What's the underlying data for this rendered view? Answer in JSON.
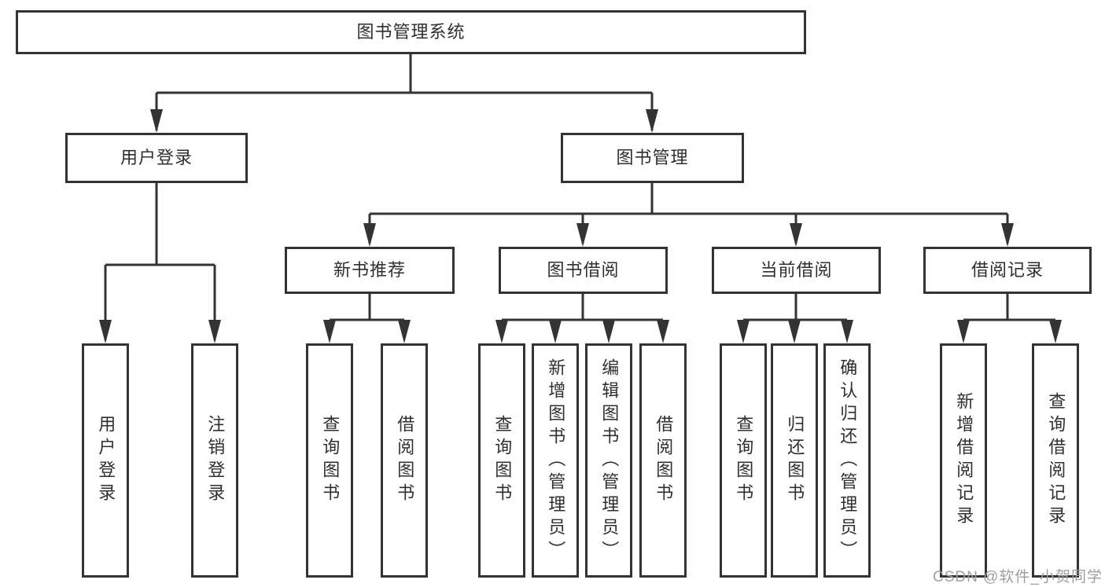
{
  "diagram": {
    "watermark": "CSDN @软件_小贺同学",
    "colors": {
      "line": "#333333",
      "text": "#2f2f2f",
      "box_background": "#ffffff",
      "watermark": "#9f9f9f"
    },
    "tree": {
      "label": "图书管理系统",
      "children": [
        {
          "label": "用户登录",
          "children": [
            {
              "label": "用户登录"
            },
            {
              "label": "注销登录"
            }
          ]
        },
        {
          "label": "图书管理",
          "children": [
            {
              "label": "新书推荐",
              "children": [
                {
                  "label": "查询图书"
                },
                {
                  "label": "借阅图书"
                }
              ]
            },
            {
              "label": "图书借阅",
              "children": [
                {
                  "label": "查询图书"
                },
                {
                  "label": "新增图书（管理员）"
                },
                {
                  "label": "编辑图书（管理员）"
                },
                {
                  "label": "借阅图书"
                }
              ]
            },
            {
              "label": "当前借阅",
              "children": [
                {
                  "label": "查询图书"
                },
                {
                  "label": "归还图书"
                },
                {
                  "label": "确认归还（管理员）"
                }
              ]
            },
            {
              "label": "借阅记录",
              "children": [
                {
                  "label": "新增借阅记录"
                },
                {
                  "label": "查询借阅记录"
                }
              ]
            }
          ]
        }
      ]
    }
  }
}
